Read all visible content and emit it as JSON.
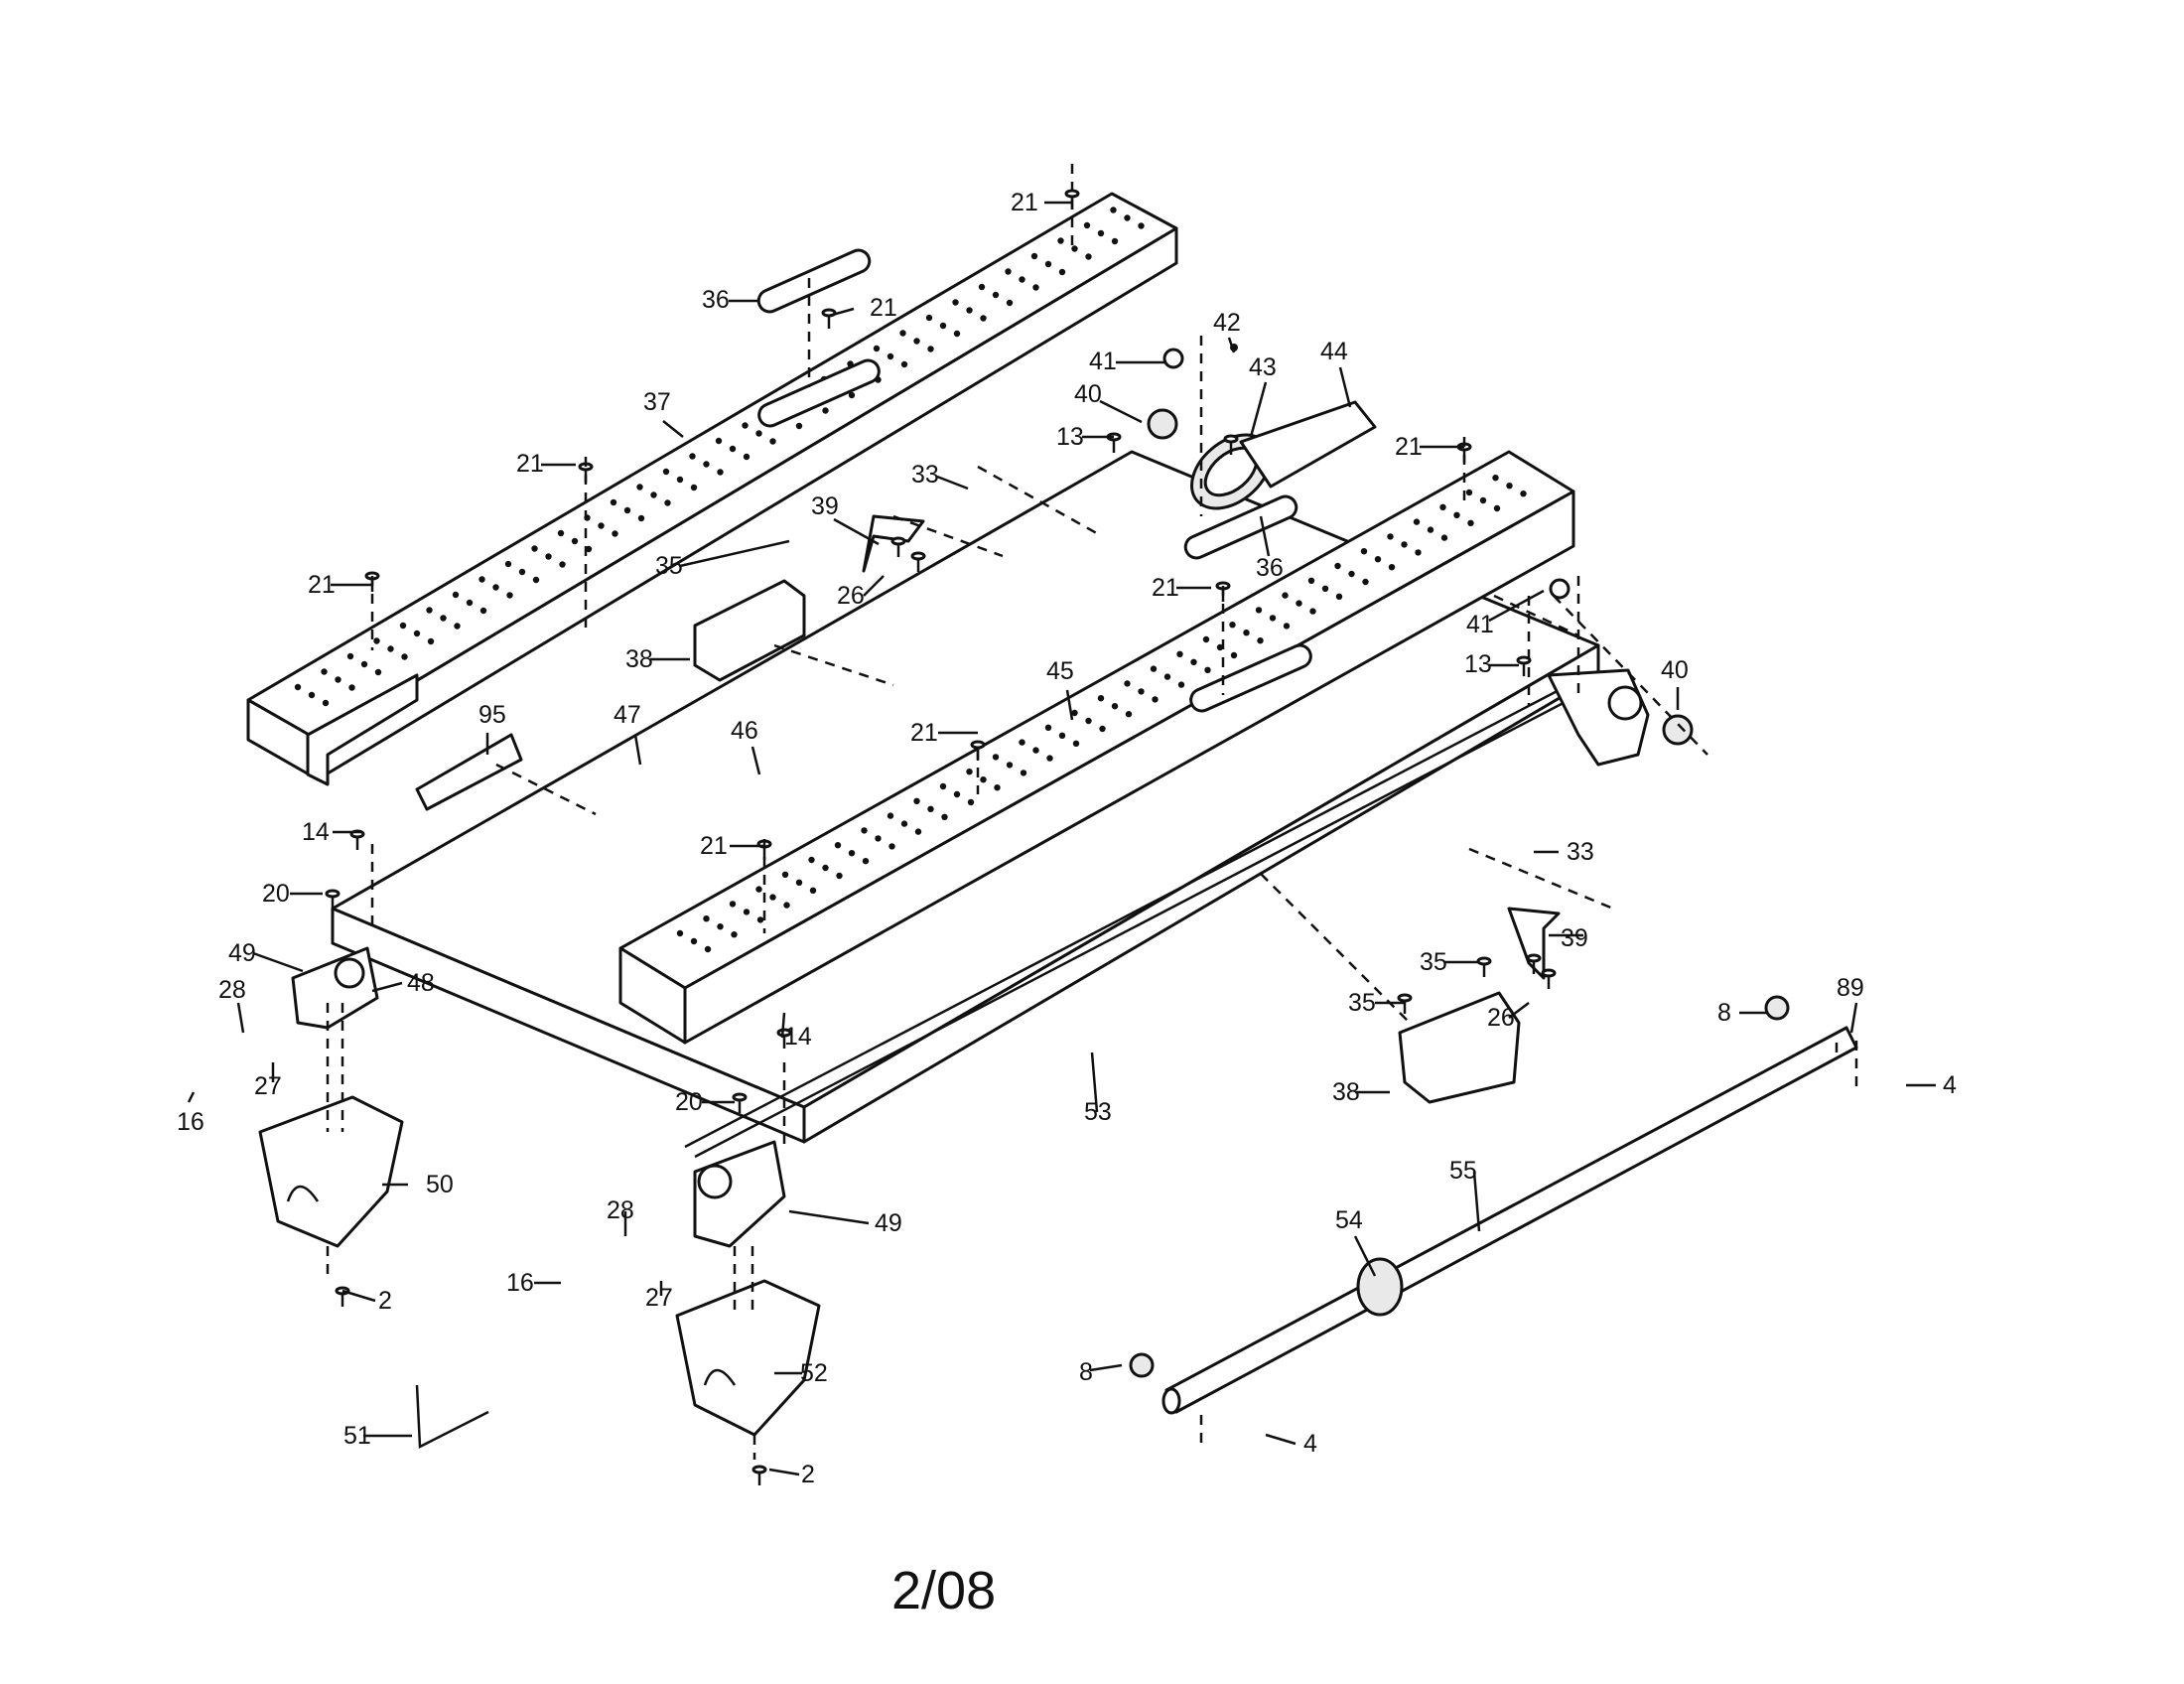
{
  "diagram": {
    "footer_text": "2/08",
    "callouts": [
      {
        "id": "c21a",
        "text": "21"
      },
      {
        "id": "c36a",
        "text": "36"
      },
      {
        "id": "c21b",
        "text": "21"
      },
      {
        "id": "c37",
        "text": "37"
      },
      {
        "id": "c21c",
        "text": "21"
      },
      {
        "id": "c21d",
        "text": "21"
      },
      {
        "id": "c41a",
        "text": "41"
      },
      {
        "id": "c42",
        "text": "42"
      },
      {
        "id": "c43",
        "text": "43"
      },
      {
        "id": "c44",
        "text": "44"
      },
      {
        "id": "c40a",
        "text": "40"
      },
      {
        "id": "c13a",
        "text": "13"
      },
      {
        "id": "c21e",
        "text": "21"
      },
      {
        "id": "c33a",
        "text": "33"
      },
      {
        "id": "c39a",
        "text": "39"
      },
      {
        "id": "c35a",
        "text": "35"
      },
      {
        "id": "c26a",
        "text": "26"
      },
      {
        "id": "c36b",
        "text": "36"
      },
      {
        "id": "c21f",
        "text": "21"
      },
      {
        "id": "c38a",
        "text": "38"
      },
      {
        "id": "c41b",
        "text": "41"
      },
      {
        "id": "c13b",
        "text": "13"
      },
      {
        "id": "c40b",
        "text": "40"
      },
      {
        "id": "c95",
        "text": "95"
      },
      {
        "id": "c47",
        "text": "47"
      },
      {
        "id": "c46",
        "text": "46"
      },
      {
        "id": "c45",
        "text": "45"
      },
      {
        "id": "c21g",
        "text": "21"
      },
      {
        "id": "c14a",
        "text": "14"
      },
      {
        "id": "c21h",
        "text": "21"
      },
      {
        "id": "c33b",
        "text": "33"
      },
      {
        "id": "c20a",
        "text": "20"
      },
      {
        "id": "c39b",
        "text": "39"
      },
      {
        "id": "c49a",
        "text": "49"
      },
      {
        "id": "c48",
        "text": "48"
      },
      {
        "id": "c35b",
        "text": "35"
      },
      {
        "id": "c28a",
        "text": "28"
      },
      {
        "id": "c35c",
        "text": "35"
      },
      {
        "id": "c26b",
        "text": "26"
      },
      {
        "id": "c8a",
        "text": "8"
      },
      {
        "id": "c89",
        "text": "89"
      },
      {
        "id": "c27a",
        "text": "27"
      },
      {
        "id": "c14b",
        "text": "14"
      },
      {
        "id": "c16a",
        "text": "16"
      },
      {
        "id": "c38b",
        "text": "38"
      },
      {
        "id": "c4a",
        "text": "4"
      },
      {
        "id": "c20b",
        "text": "20"
      },
      {
        "id": "c53",
        "text": "53"
      },
      {
        "id": "c50",
        "text": "50"
      },
      {
        "id": "c55",
        "text": "55"
      },
      {
        "id": "c28b",
        "text": "28"
      },
      {
        "id": "c49b",
        "text": "49"
      },
      {
        "id": "c54",
        "text": "54"
      },
      {
        "id": "c16b",
        "text": "16"
      },
      {
        "id": "c27b",
        "text": "27"
      },
      {
        "id": "c2a",
        "text": "2"
      },
      {
        "id": "c8b",
        "text": "8"
      },
      {
        "id": "c52",
        "text": "52"
      },
      {
        "id": "c51",
        "text": "51"
      },
      {
        "id": "c4b",
        "text": "4"
      },
      {
        "id": "c2b",
        "text": "2"
      }
    ]
  }
}
